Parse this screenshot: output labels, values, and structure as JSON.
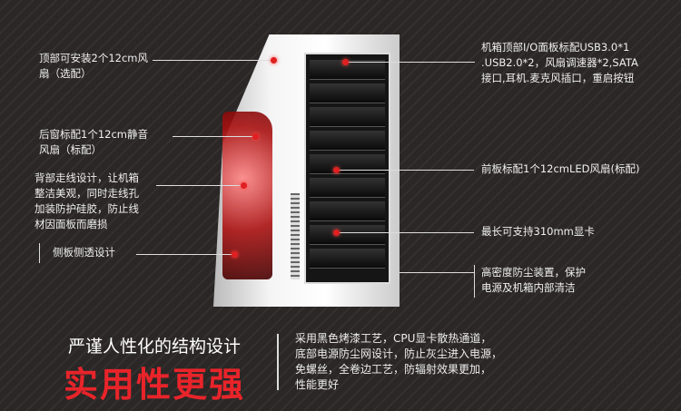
{
  "callouts_left": [
    {
      "text": "顶部可安装2个12cm风\n扇（选配）"
    },
    {
      "text": "后窗标配1个12cm静音\n风扇（标配）"
    },
    {
      "text": "背部走线设计，让机箱\n整洁美观，同时走线孔\n加装防护硅胶，防止线\n材因面板而磨损"
    },
    {
      "text": "侧板侧透设计"
    }
  ],
  "callouts_right": [
    {
      "text": "机箱顶部I/O面板标配USB3.0*1\n.USB2.0*2，风扇调速器*2,SATA\n接口,耳机.麦克风插口，重启按钮"
    },
    {
      "text": "前板标配1个12cmLED风扇(标配)"
    },
    {
      "text": "最长可支持310mm显卡"
    },
    {
      "text": "高密度防尘装置，保护\n电源及机箱内部清洁"
    }
  ],
  "headline": "严谨人性化的结构设计",
  "slogan": "实用性更强",
  "description": "采用黑色烤漆工艺，CPU显卡散热通道，\n底部电源防尘网设计，防止灰尘进入电源，\n免螺丝，全卷边工艺，防辐射效果更加，\n性能更好",
  "colors": {
    "accent": "#e8242a",
    "dot": "#e02020"
  }
}
